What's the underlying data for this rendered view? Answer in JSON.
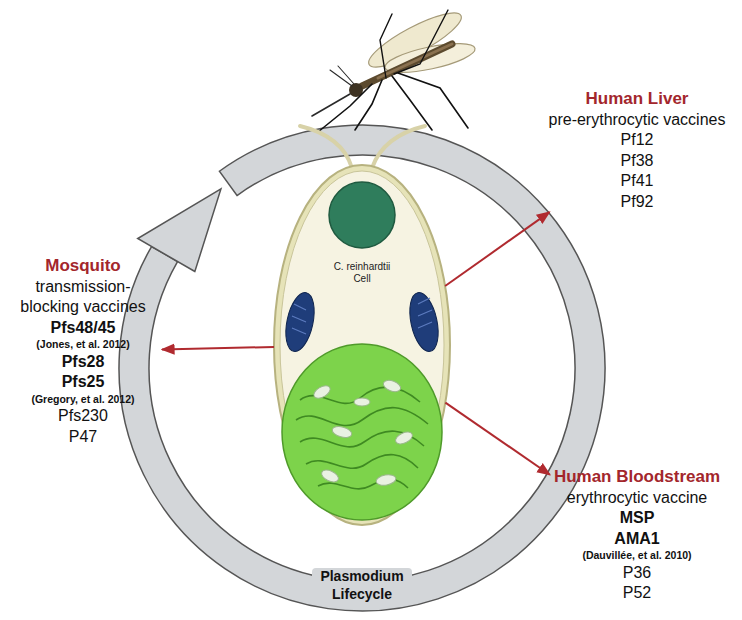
{
  "diagram": {
    "nodes": [
      {
        "text": [
          "Plasmodium Lifecycle"
        ]
      },
      {
        "text": [
          "C. reinhardtii Cell"
        ],
        "in": 0
      },
      {
        "text": [
          "Human Liver",
          "pre-erythrocytic vaccines",
          "Pf12",
          "Pf38",
          "Pf41",
          "Pf92"
        ]
      },
      {
        "text": [
          "Mosquito",
          "transmission-blocking vaccines",
          "Pfs48/45",
          "(Jones, et al. 2012)",
          "Pfs28",
          "Pfs25",
          "(Gregory, et al. 2012)",
          "Pfs230",
          "P47"
        ]
      },
      {
        "text": [
          "Human Bloodstream",
          "erythrocytic vaccine",
          "MSP",
          "AMA1",
          "(Dauvillée, et al. 2010)",
          "P36",
          "P52"
        ]
      }
    ],
    "edges": [
      {
        "from": 1,
        "to": 2,
        "arrow": "to"
      },
      {
        "from": 1,
        "to": 3,
        "arrow": "to"
      },
      {
        "from": 1,
        "to": 4,
        "arrow": "to"
      }
    ]
  }
}
